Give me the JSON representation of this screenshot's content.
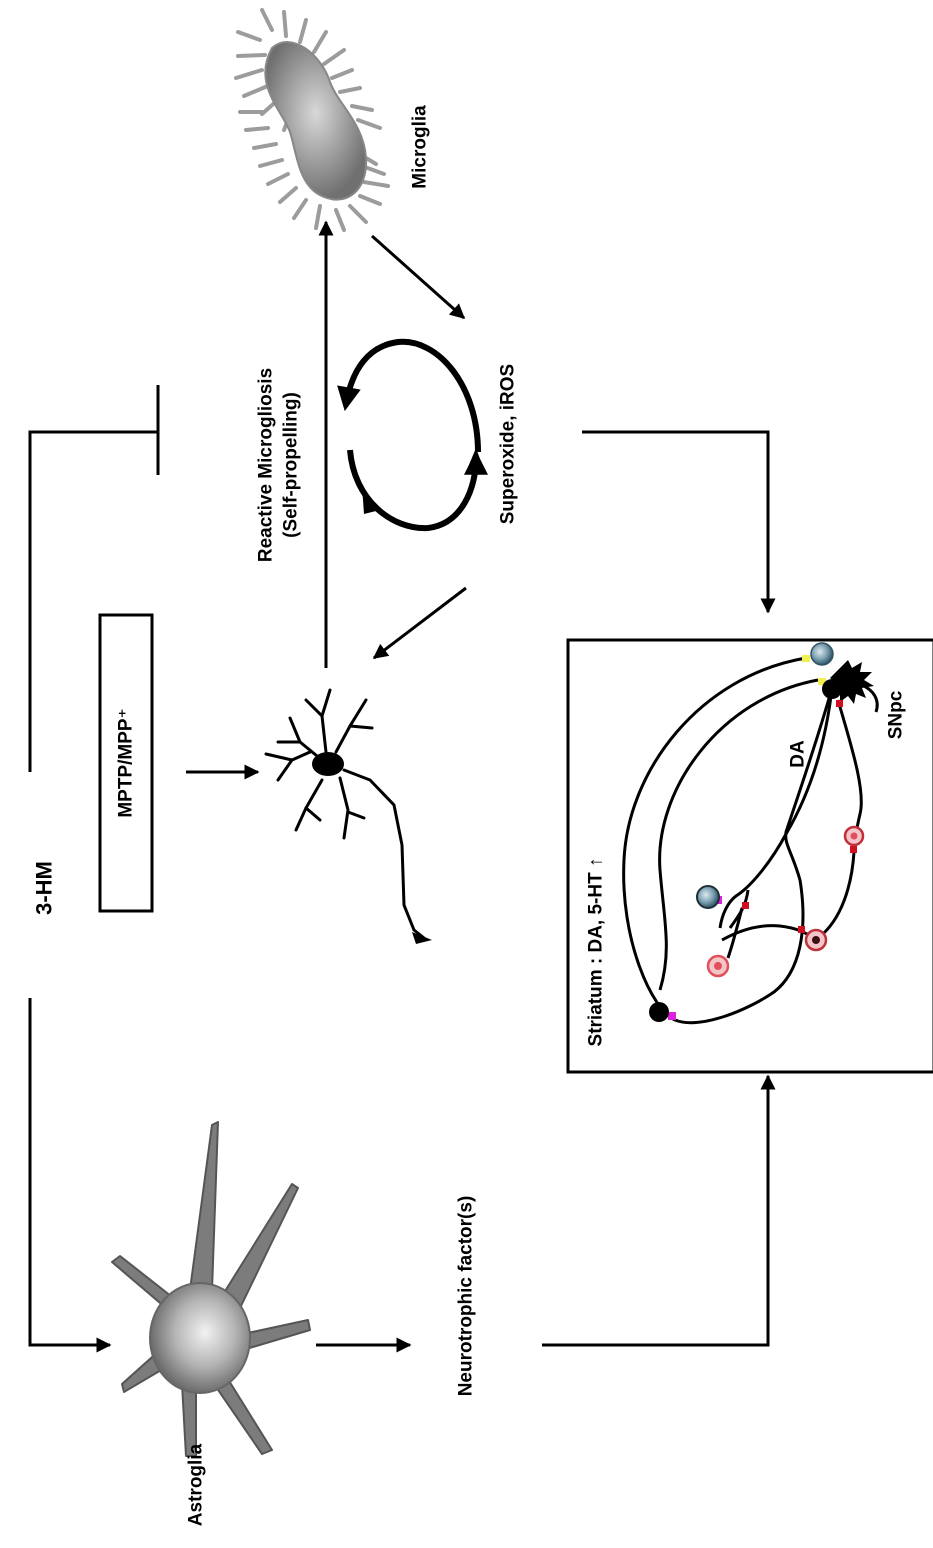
{
  "labels": {
    "compound": "3-HM",
    "toxin": "MPTP/MPP⁺",
    "microglia": "Microglia",
    "gliosis_line1": "Reactive Microgliosis",
    "gliosis_line2": "(Self-propelling)",
    "ros": "Superoxide, iROS",
    "astroglia": "Astroglia",
    "neurotrophic": "Neurotrophic factor(s)",
    "striatum": "Striatum : DA, 5-HT ↑",
    "da": "DA",
    "snpc": "SNpc"
  },
  "colors": {
    "line": "#000000",
    "serotonergic_cell": "#4f7e93",
    "gaba_cell": "#e0505a",
    "synapse_magenta": "#e020e0",
    "synapse_red": "#d01020",
    "synapse_yellow": "#f0f050",
    "glia_gray": "#8c8c8c"
  }
}
